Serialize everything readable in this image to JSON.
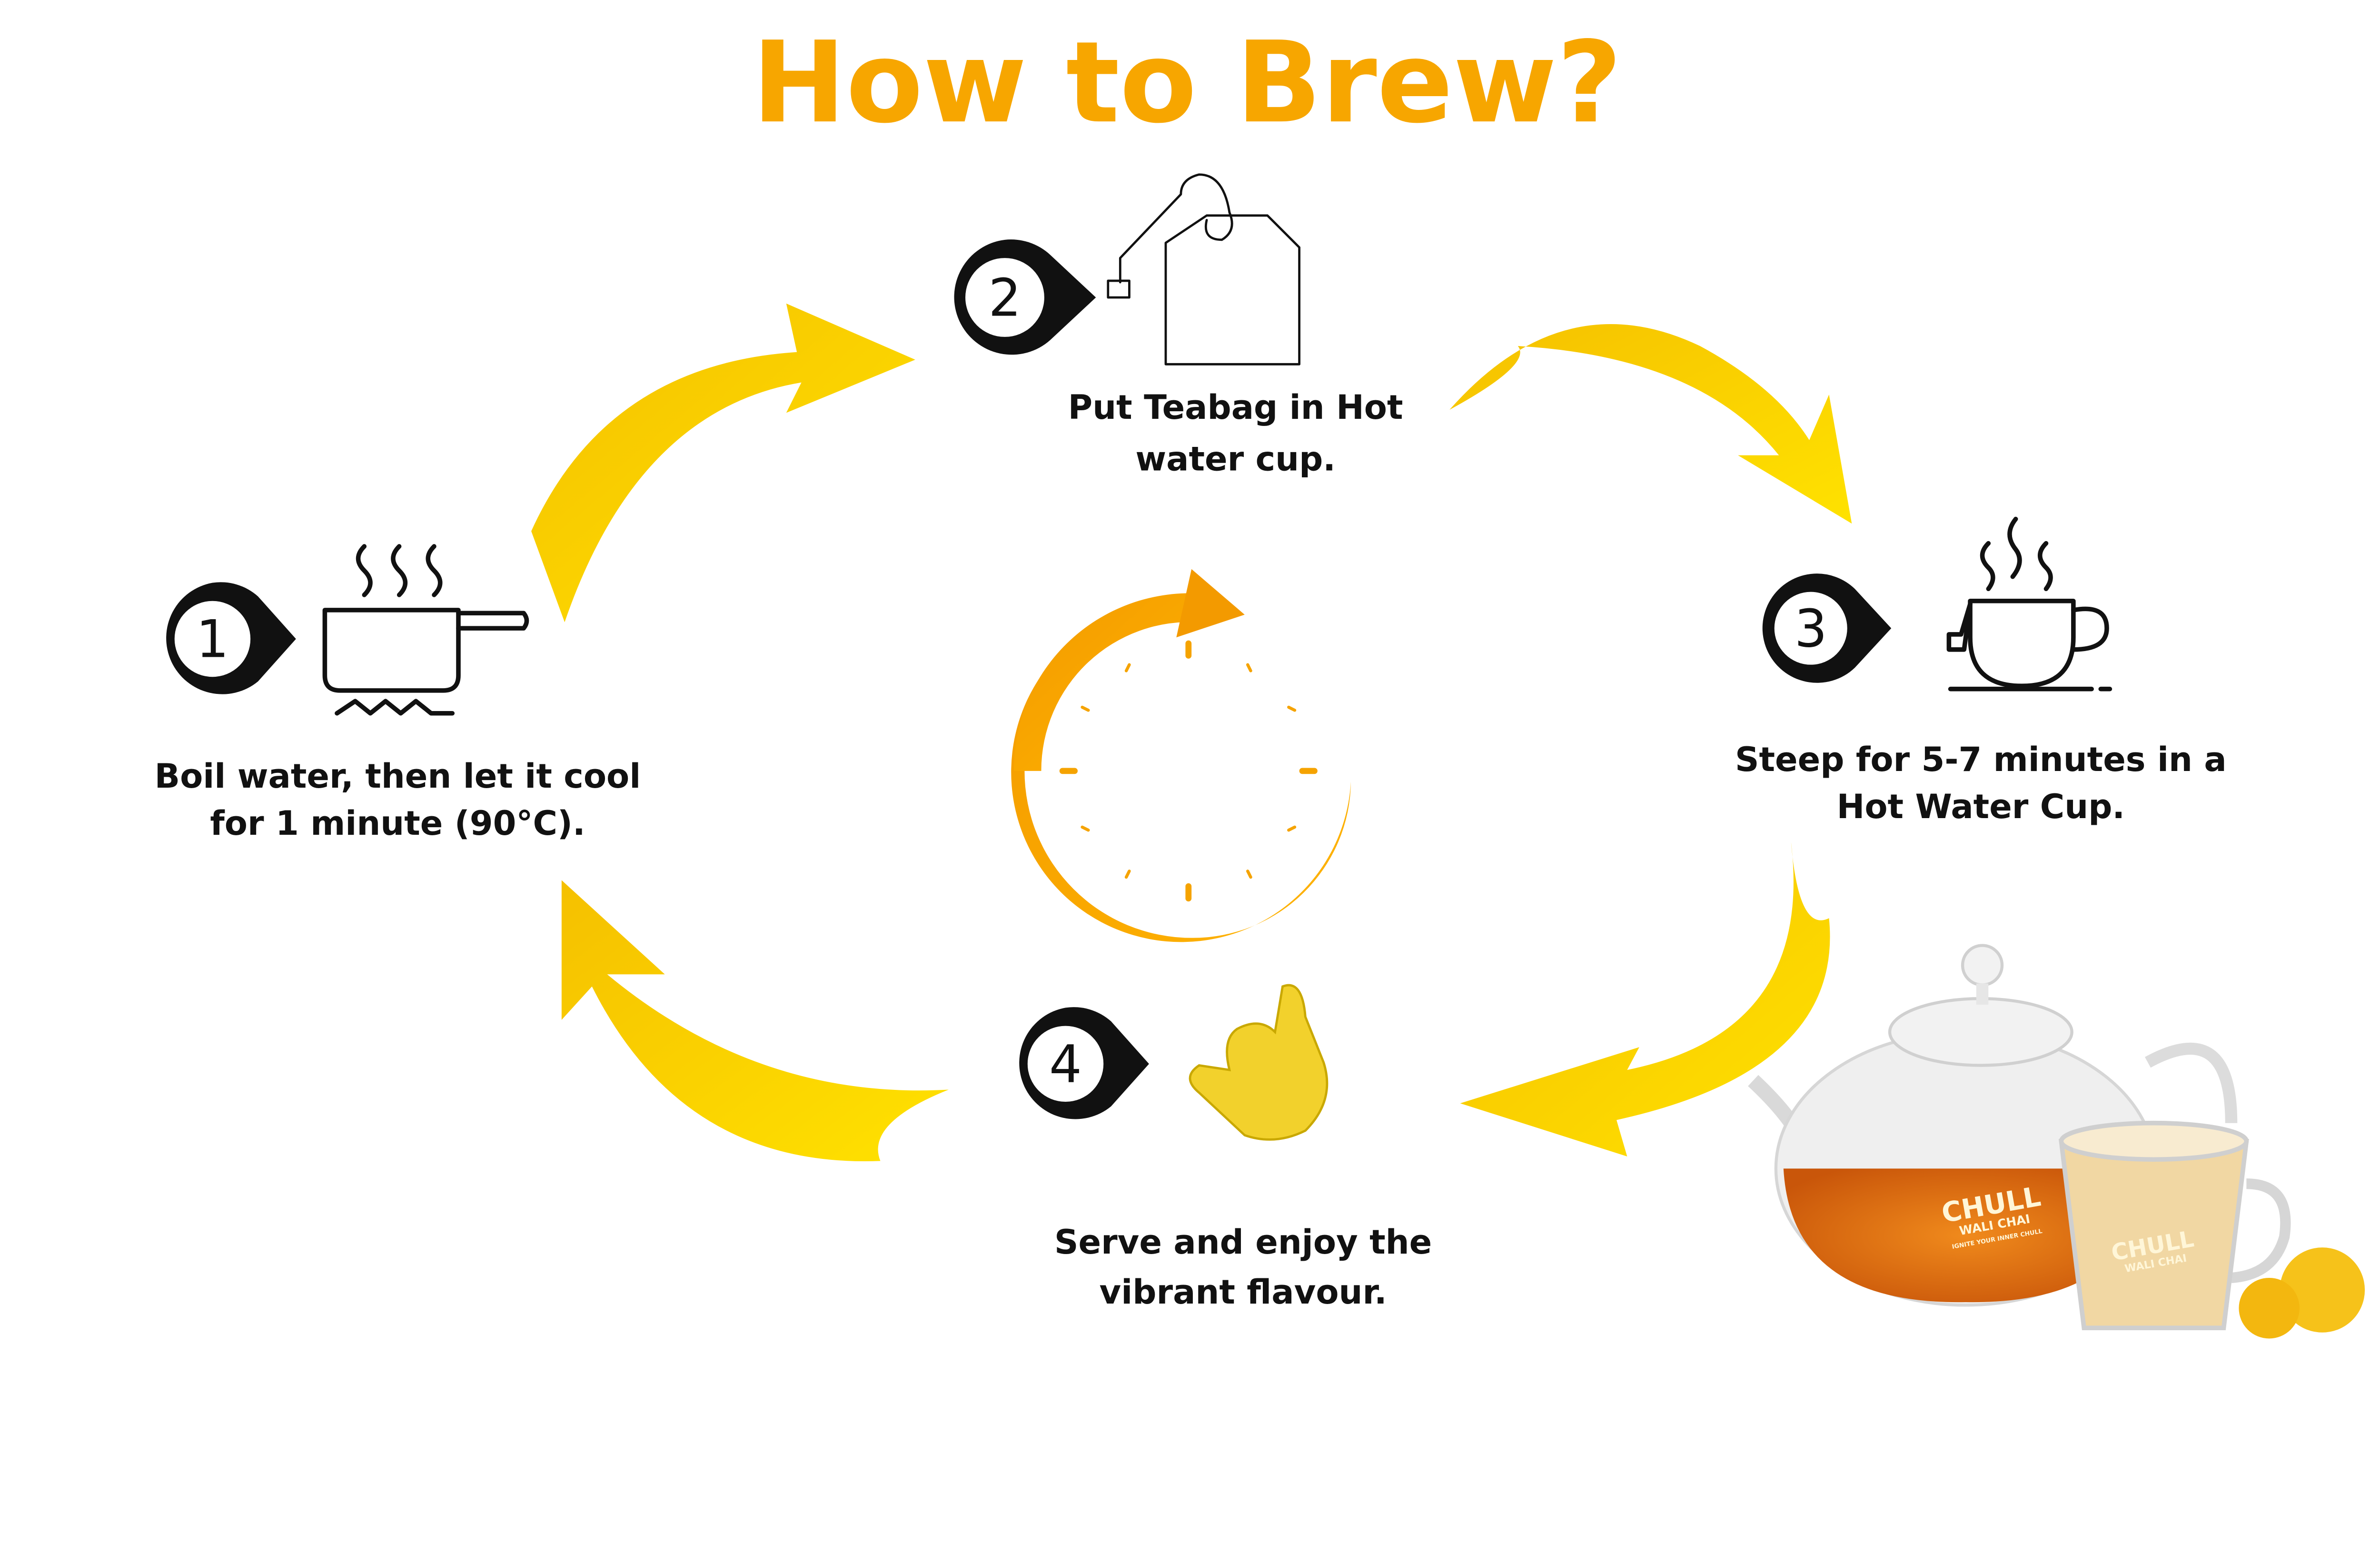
{
  "title": "How to Brew?",
  "colors": {
    "title": "#F7A600",
    "arrow": "#FFD400",
    "clock": "#F7A000",
    "marker": "#111111"
  },
  "steps": [
    {
      "number": "1",
      "icon": "boiling-pot-icon",
      "lines": [
        "Boil water, then let it cool",
        "for 1 minute (90°C)."
      ]
    },
    {
      "number": "2",
      "icon": "teabag-icon",
      "lines": [
        "Put Teabag in Hot",
        "water cup."
      ]
    },
    {
      "number": "3",
      "icon": "tea-cup-icon",
      "lines": [
        "Steep for 5-7 minutes in a",
        "Hot Water Cup."
      ]
    },
    {
      "number": "4",
      "icon": "hand-gesture-icon",
      "lines": [
        "Serve and enjoy the",
        "vibrant flavour."
      ]
    }
  ],
  "center_icon": "clock-timer-icon",
  "product_image": {
    "brand": "CHULL",
    "sub": "WALI CHAI",
    "tagline": "IGNITE YOUR INNER CHULL"
  }
}
